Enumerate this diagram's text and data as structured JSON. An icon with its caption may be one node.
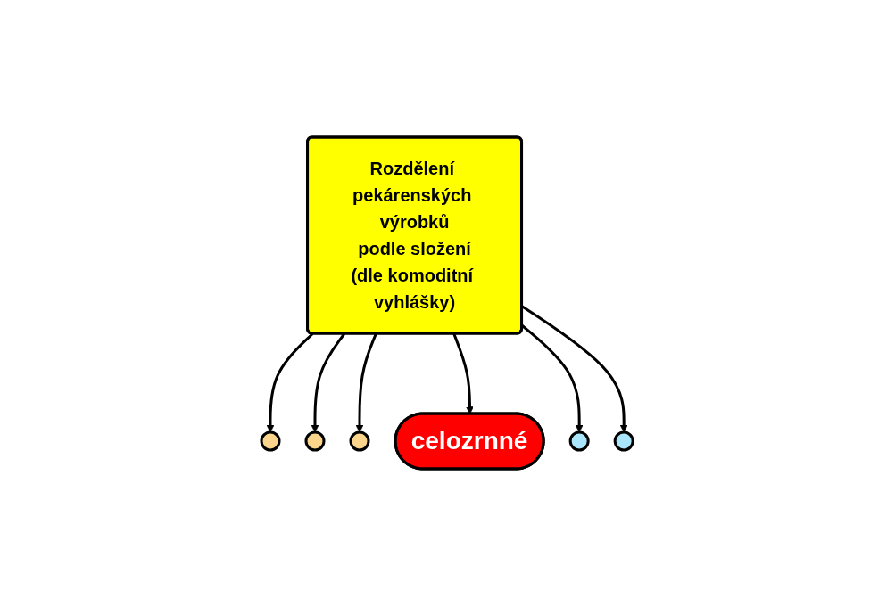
{
  "diagram": {
    "nodes": [
      {
        "text": [],
        "shape": "ellipse"
      },
      {
        "text": [],
        "shape": "ellipse"
      },
      {
        "text": [],
        "shape": "ellipse"
      },
      {
        "text": [
          "Rozdělení pekárenských výrobků",
          "podle složení",
          "(dle komoditní vyhlášky)"
        ]
      },
      {
        "text": [
          "celozrnné"
        ]
      },
      {
        "text": [],
        "shape": "ellipse"
      },
      {
        "text": [],
        "shape": "ellipse"
      }
    ],
    "edges": [
      {
        "from": 3,
        "to": 0,
        "arrow": "to"
      },
      {
        "from": 3,
        "to": 1,
        "arrow": "to"
      },
      {
        "from": 3,
        "to": 2,
        "arrow": "to"
      },
      {
        "from": 3,
        "to": 4,
        "arrow": "to"
      },
      {
        "from": 3,
        "to": 5,
        "arrow": "to"
      },
      {
        "from": 3,
        "to": 6,
        "arrow": "to"
      }
    ]
  }
}
